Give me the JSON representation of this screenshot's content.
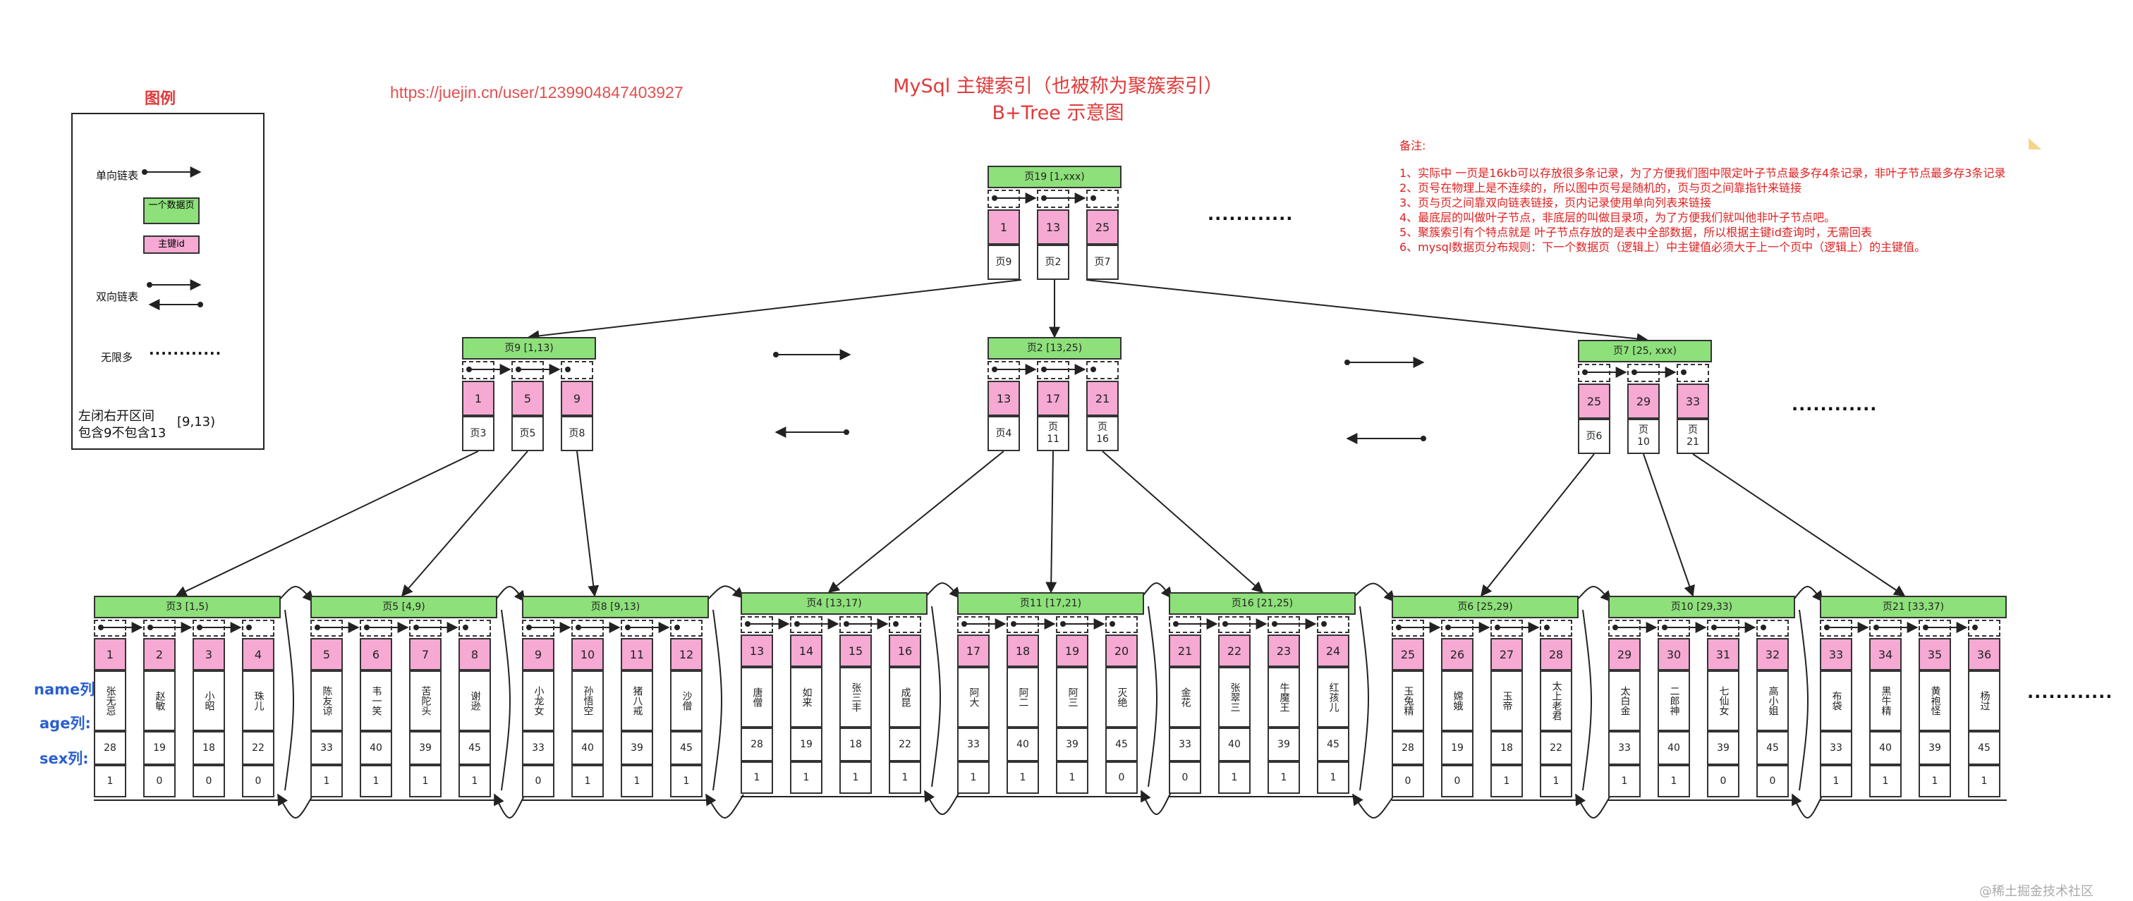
{
  "title": {
    "line1": "MySql  主键索引（也被称为聚簇索引）",
    "line2": "B+Tree 示意图"
  },
  "url": "https://juejin.cn/user/1239904847403927",
  "legend": {
    "title": "图例",
    "single_link": "单向链表",
    "data_page": "一个数据页",
    "primary_key": "主键id",
    "double_link": "双向链表",
    "infinite": "无限多",
    "interval_line1": "左闭右开区间",
    "interval_line2": "包含9不包含13",
    "interval_example": "[9,13)"
  },
  "notes": {
    "heading": "备注:",
    "items": [
      "1、实际中 一页是16kb可以存放很多条记录，为了方便我们图中限定叶子节点最多存4条记录，非叶子节点最多存3条记录",
      "2、页号在物理上是不连续的，所以图中页号是随机的，页与页之间靠指针来链接",
      "3、页与页之间靠双向链表链接，页内记录使用单向列表来链接",
      "4、最底层的叫做叶子节点，非底层的叫做目录项，为了方便我们就叫他非叶子节点吧。",
      "5、聚簇索引有个特点就是 叶子节点存放的是表中全部数据，所以根据主键id查询时，无需回表",
      "6、mysql数据页分布规则：下一个数据页（逻辑上）中主键值必须大于上一个页中（逻辑上）的主键值。"
    ]
  },
  "row_labels": {
    "name": "name列:",
    "age": "age列:",
    "sex": "sex列:"
  },
  "ellipsis": "............",
  "watermark": "@稀土掘金技术社区",
  "colors": {
    "green": "#8de07a",
    "pink": "#f5a9d3",
    "red": "#e03a3a",
    "blue": "#2b5fd0"
  },
  "root": {
    "header": "页19  [1,xxx)",
    "keys": [
      "1",
      "13",
      "25"
    ],
    "pages": [
      "页9",
      "页2",
      "页7"
    ]
  },
  "level1": [
    {
      "header": "页9  [1,13)",
      "keys": [
        "1",
        "5",
        "9"
      ],
      "pages": [
        "页3",
        "页5",
        "页8"
      ]
    },
    {
      "header": "页2  [13,25)",
      "keys": [
        "13",
        "17",
        "21"
      ],
      "pages": [
        "页4",
        "页\n11",
        "页\n16"
      ]
    },
    {
      "header": "页7  [25,  xxx)",
      "keys": [
        "25",
        "29",
        "33"
      ],
      "pages": [
        "页6",
        "页\n10",
        "页\n21"
      ]
    }
  ],
  "leaves": [
    {
      "header": "页3 [1,5)",
      "ids": [
        "1",
        "2",
        "3",
        "4"
      ],
      "names": [
        "张无忌",
        "赵敏",
        "小昭",
        "珠儿"
      ],
      "ages": [
        "28",
        "19",
        "18",
        "22"
      ],
      "sexes": [
        "1",
        "0",
        "0",
        "0"
      ]
    },
    {
      "header": "页5 [4,9)",
      "ids": [
        "5",
        "6",
        "7",
        "8"
      ],
      "names": [
        "陈友谅",
        "韦一笑",
        "苦陀头",
        "谢逊"
      ],
      "ages": [
        "33",
        "40",
        "39",
        "45"
      ],
      "sexes": [
        "1",
        "1",
        "1",
        "1"
      ]
    },
    {
      "header": "页8 [9,13)",
      "ids": [
        "9",
        "10",
        "11",
        "12"
      ],
      "names": [
        "小龙女",
        "孙悟空",
        "猪八戒",
        "沙僧"
      ],
      "ages": [
        "33",
        "40",
        "39",
        "45"
      ],
      "sexes": [
        "0",
        "1",
        "1",
        "1"
      ]
    },
    {
      "header": "页4 [13,17)",
      "ids": [
        "13",
        "14",
        "15",
        "16"
      ],
      "names": [
        "唐僧",
        "如来",
        "张三丰",
        "成昆"
      ],
      "ages": [
        "28",
        "19",
        "18",
        "22"
      ],
      "sexes": [
        "1",
        "1",
        "1",
        "1"
      ]
    },
    {
      "header": "页11 [17,21)",
      "ids": [
        "17",
        "18",
        "19",
        "20"
      ],
      "names": [
        "阿大",
        "阿二",
        "阿三",
        "灭绝"
      ],
      "ages": [
        "33",
        "40",
        "39",
        "45"
      ],
      "sexes": [
        "1",
        "1",
        "1",
        "0"
      ]
    },
    {
      "header": "页16 [21,25)",
      "ids": [
        "21",
        "22",
        "23",
        "24"
      ],
      "names": [
        "金花",
        "张翠三",
        "牛魔王",
        "红孩儿"
      ],
      "ages": [
        "33",
        "40",
        "39",
        "45"
      ],
      "sexes": [
        "0",
        "1",
        "1",
        "1"
      ]
    },
    {
      "header": "页6 [25,29)",
      "ids": [
        "25",
        "26",
        "27",
        "28"
      ],
      "names": [
        "玉兔精",
        "嫦娥",
        "玉帝",
        "太上老君"
      ],
      "ages": [
        "28",
        "19",
        "18",
        "22"
      ],
      "sexes": [
        "0",
        "0",
        "1",
        "1"
      ]
    },
    {
      "header": "页10 [29,33)",
      "ids": [
        "29",
        "30",
        "31",
        "32"
      ],
      "names": [
        "太白金",
        "二郎神",
        "七仙女",
        "高小姐"
      ],
      "ages": [
        "33",
        "40",
        "39",
        "45"
      ],
      "sexes": [
        "1",
        "1",
        "0",
        "0"
      ]
    },
    {
      "header": "页21 [33,37)",
      "ids": [
        "33",
        "34",
        "35",
        "36"
      ],
      "names": [
        "布袋",
        "黑牛精",
        "黄袍怪",
        "杨过"
      ],
      "ages": [
        "33",
        "40",
        "39",
        "45"
      ],
      "sexes": [
        "1",
        "1",
        "1",
        "1"
      ]
    }
  ]
}
